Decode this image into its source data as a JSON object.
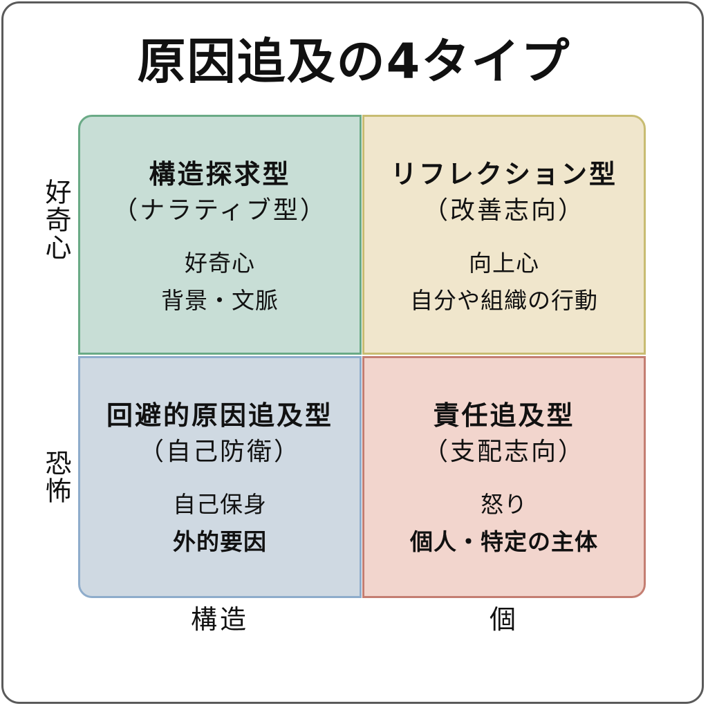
{
  "title": "原因追及の4タイプ",
  "y_axis": {
    "top": "好奇心",
    "bottom": "恐怖"
  },
  "x_axis": {
    "left": "構造",
    "right": "個"
  },
  "quadrants": {
    "top_left": {
      "name": "構造探求型",
      "subtitle": "（ナラティブ型）",
      "keyword1": "好奇心",
      "keyword2": "背景・文脈",
      "color": "#c8ded6"
    },
    "top_right": {
      "name": "リフレクション型",
      "subtitle": "（改善志向）",
      "keyword1": "向上心",
      "keyword2": "自分や組織の行動",
      "color": "#f0e6cc"
    },
    "bottom_left": {
      "name": "回避的原因追及型",
      "subtitle": "（自己防衛）",
      "keyword1": "自己保身",
      "keyword2": "外的要因",
      "color": "#cfd9e2"
    },
    "bottom_right": {
      "name": "責任追及型",
      "subtitle": "（支配志向）",
      "keyword1": "怒り",
      "keyword2": "個人・特定の主体",
      "color": "#f2d5cd"
    }
  }
}
